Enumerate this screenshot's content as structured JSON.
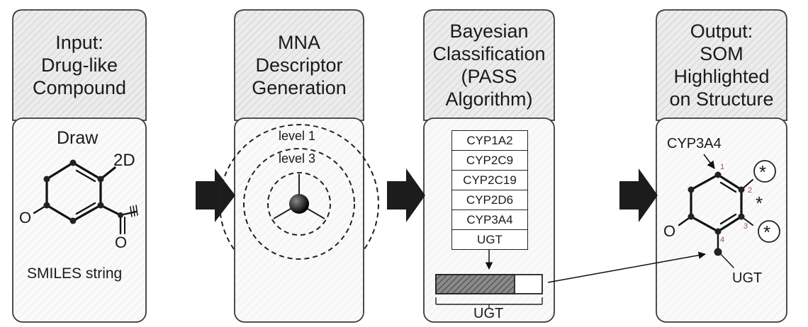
{
  "panels": [
    {
      "title_lines": [
        "Input:",
        "Drug-like",
        "Compound"
      ]
    },
    {
      "title_lines": [
        "MNA",
        "Descriptor",
        "Generation"
      ]
    },
    {
      "title_lines": [
        "Bayesian",
        "Classification",
        "(PASS",
        "Algorithm)"
      ]
    },
    {
      "title_lines": [
        "Output:",
        "SOM",
        "Highlighted",
        "on Structure"
      ]
    }
  ],
  "input_panel": {
    "draw_label": "Draw",
    "label_2d": "2D",
    "oxygen_left": "O",
    "oxygen_bottom": "O",
    "smiles_label": "SMILES string"
  },
  "mna_panel": {
    "level1_label": "level 1",
    "level3_label": "level 3"
  },
  "bayes_panel": {
    "enzymes": [
      "CYP1A2",
      "CYP2C9",
      "CYP2C19",
      "CYP2D6",
      "CYP3A4",
      "UGT"
    ],
    "bar_label": "UGT",
    "bar_fill_fraction": 0.74
  },
  "output_panel": {
    "cyp_label": "CYP3A4",
    "ugt_label": "UGT",
    "oxygen_label": "O",
    "site_numbers": [
      "1",
      "2",
      "3",
      "4"
    ],
    "som_marks": [
      "*",
      "*",
      "*"
    ]
  },
  "colors": {
    "panel_border": "#3a3a3a",
    "header_fill": "#ececec",
    "arrow_fill": "#1c1c1c",
    "site_number_color": "#a0506a"
  }
}
